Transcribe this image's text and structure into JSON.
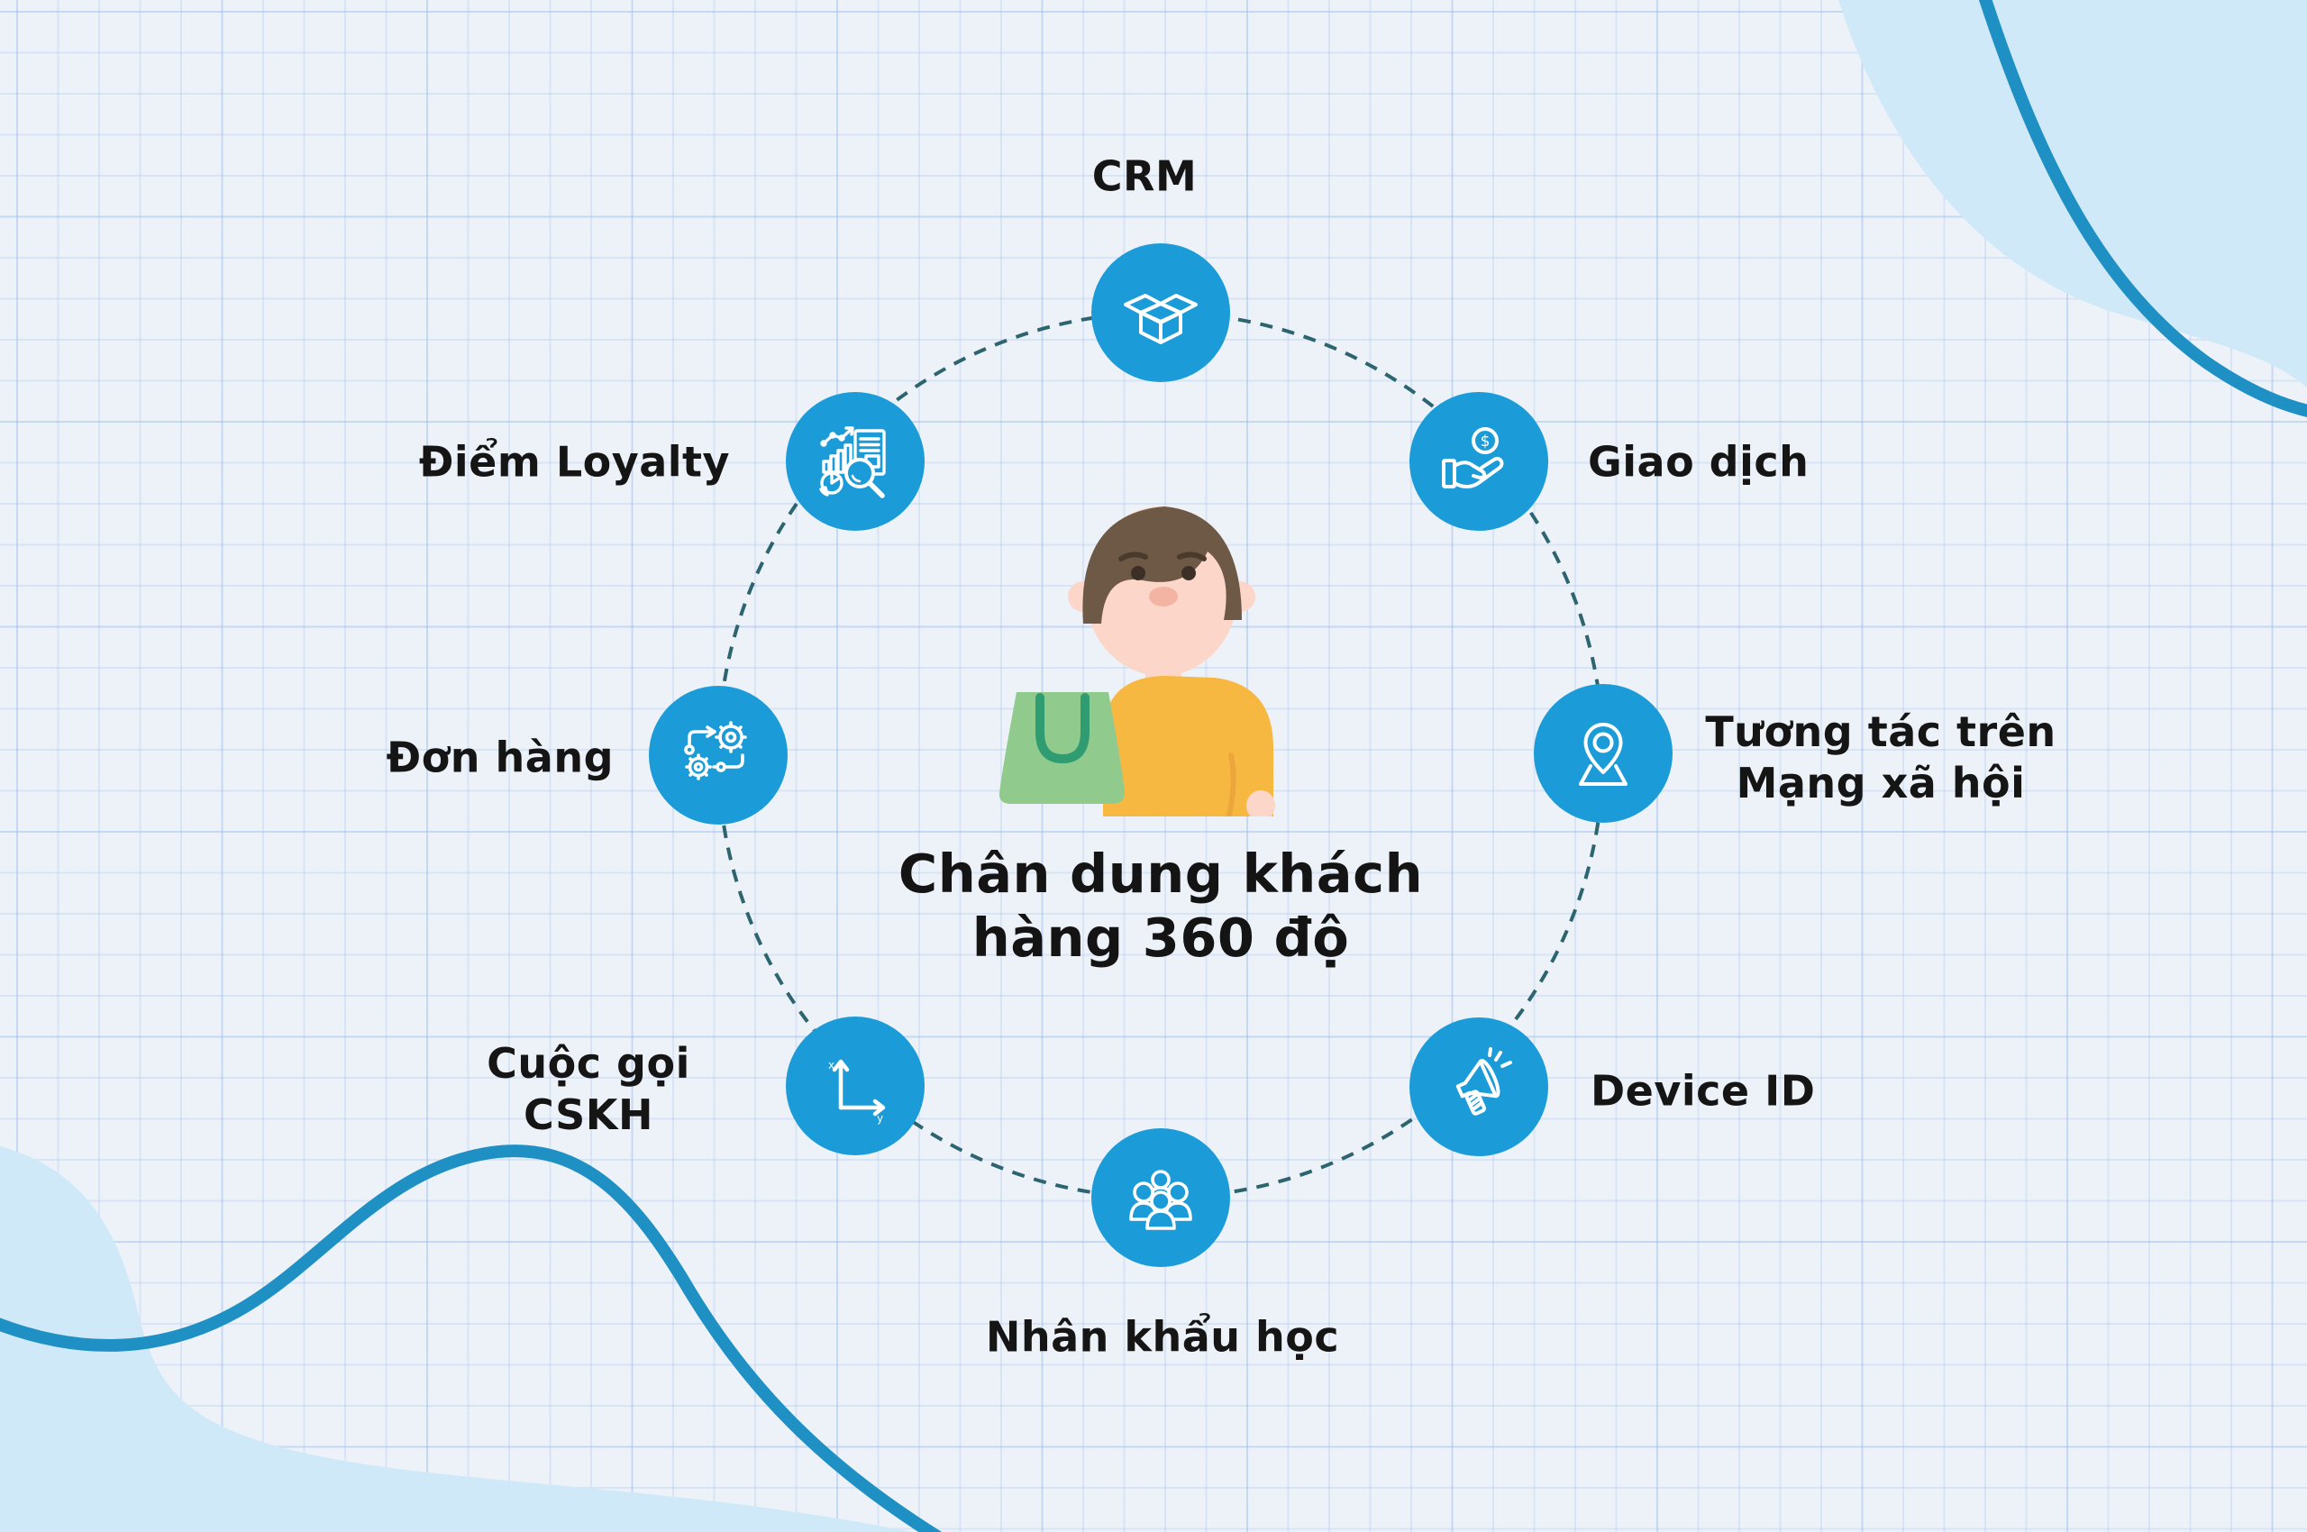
{
  "title": "Chân dung khách\nhàng 360 độ",
  "nodes": [
    {
      "label": "CRM",
      "icon": "open-box-icon"
    },
    {
      "label": "Giao dịch",
      "icon": "hand-coin-icon"
    },
    {
      "label": "Tương tác trên\nMạng xã hội",
      "icon": "location-pin-icon"
    },
    {
      "label": "Device ID",
      "icon": "megaphone-icon"
    },
    {
      "label": "Nhân khẩu học",
      "icon": "people-group-icon"
    },
    {
      "label": "Cuộc gọi\nCSKH",
      "icon": "xy-axis-icon"
    },
    {
      "label": "Đơn hàng",
      "icon": "workflow-gears-icon"
    },
    {
      "label": "Điểm Loyalty",
      "icon": "analytics-search-icon"
    }
  ],
  "colors": {
    "accent": "#1b9cd8",
    "ring": "#2c6470",
    "blob": "#cfe9f8",
    "wave": "#1e90c4",
    "bg": "#edf2f8",
    "text": "#151515",
    "skin": "#fcd7c9",
    "skin-shade": "#f3b4a4",
    "hair": "#6e5947",
    "shirt": "#f7b842",
    "bag": "#90ca8d",
    "bag-handle": "#2f9c72"
  }
}
